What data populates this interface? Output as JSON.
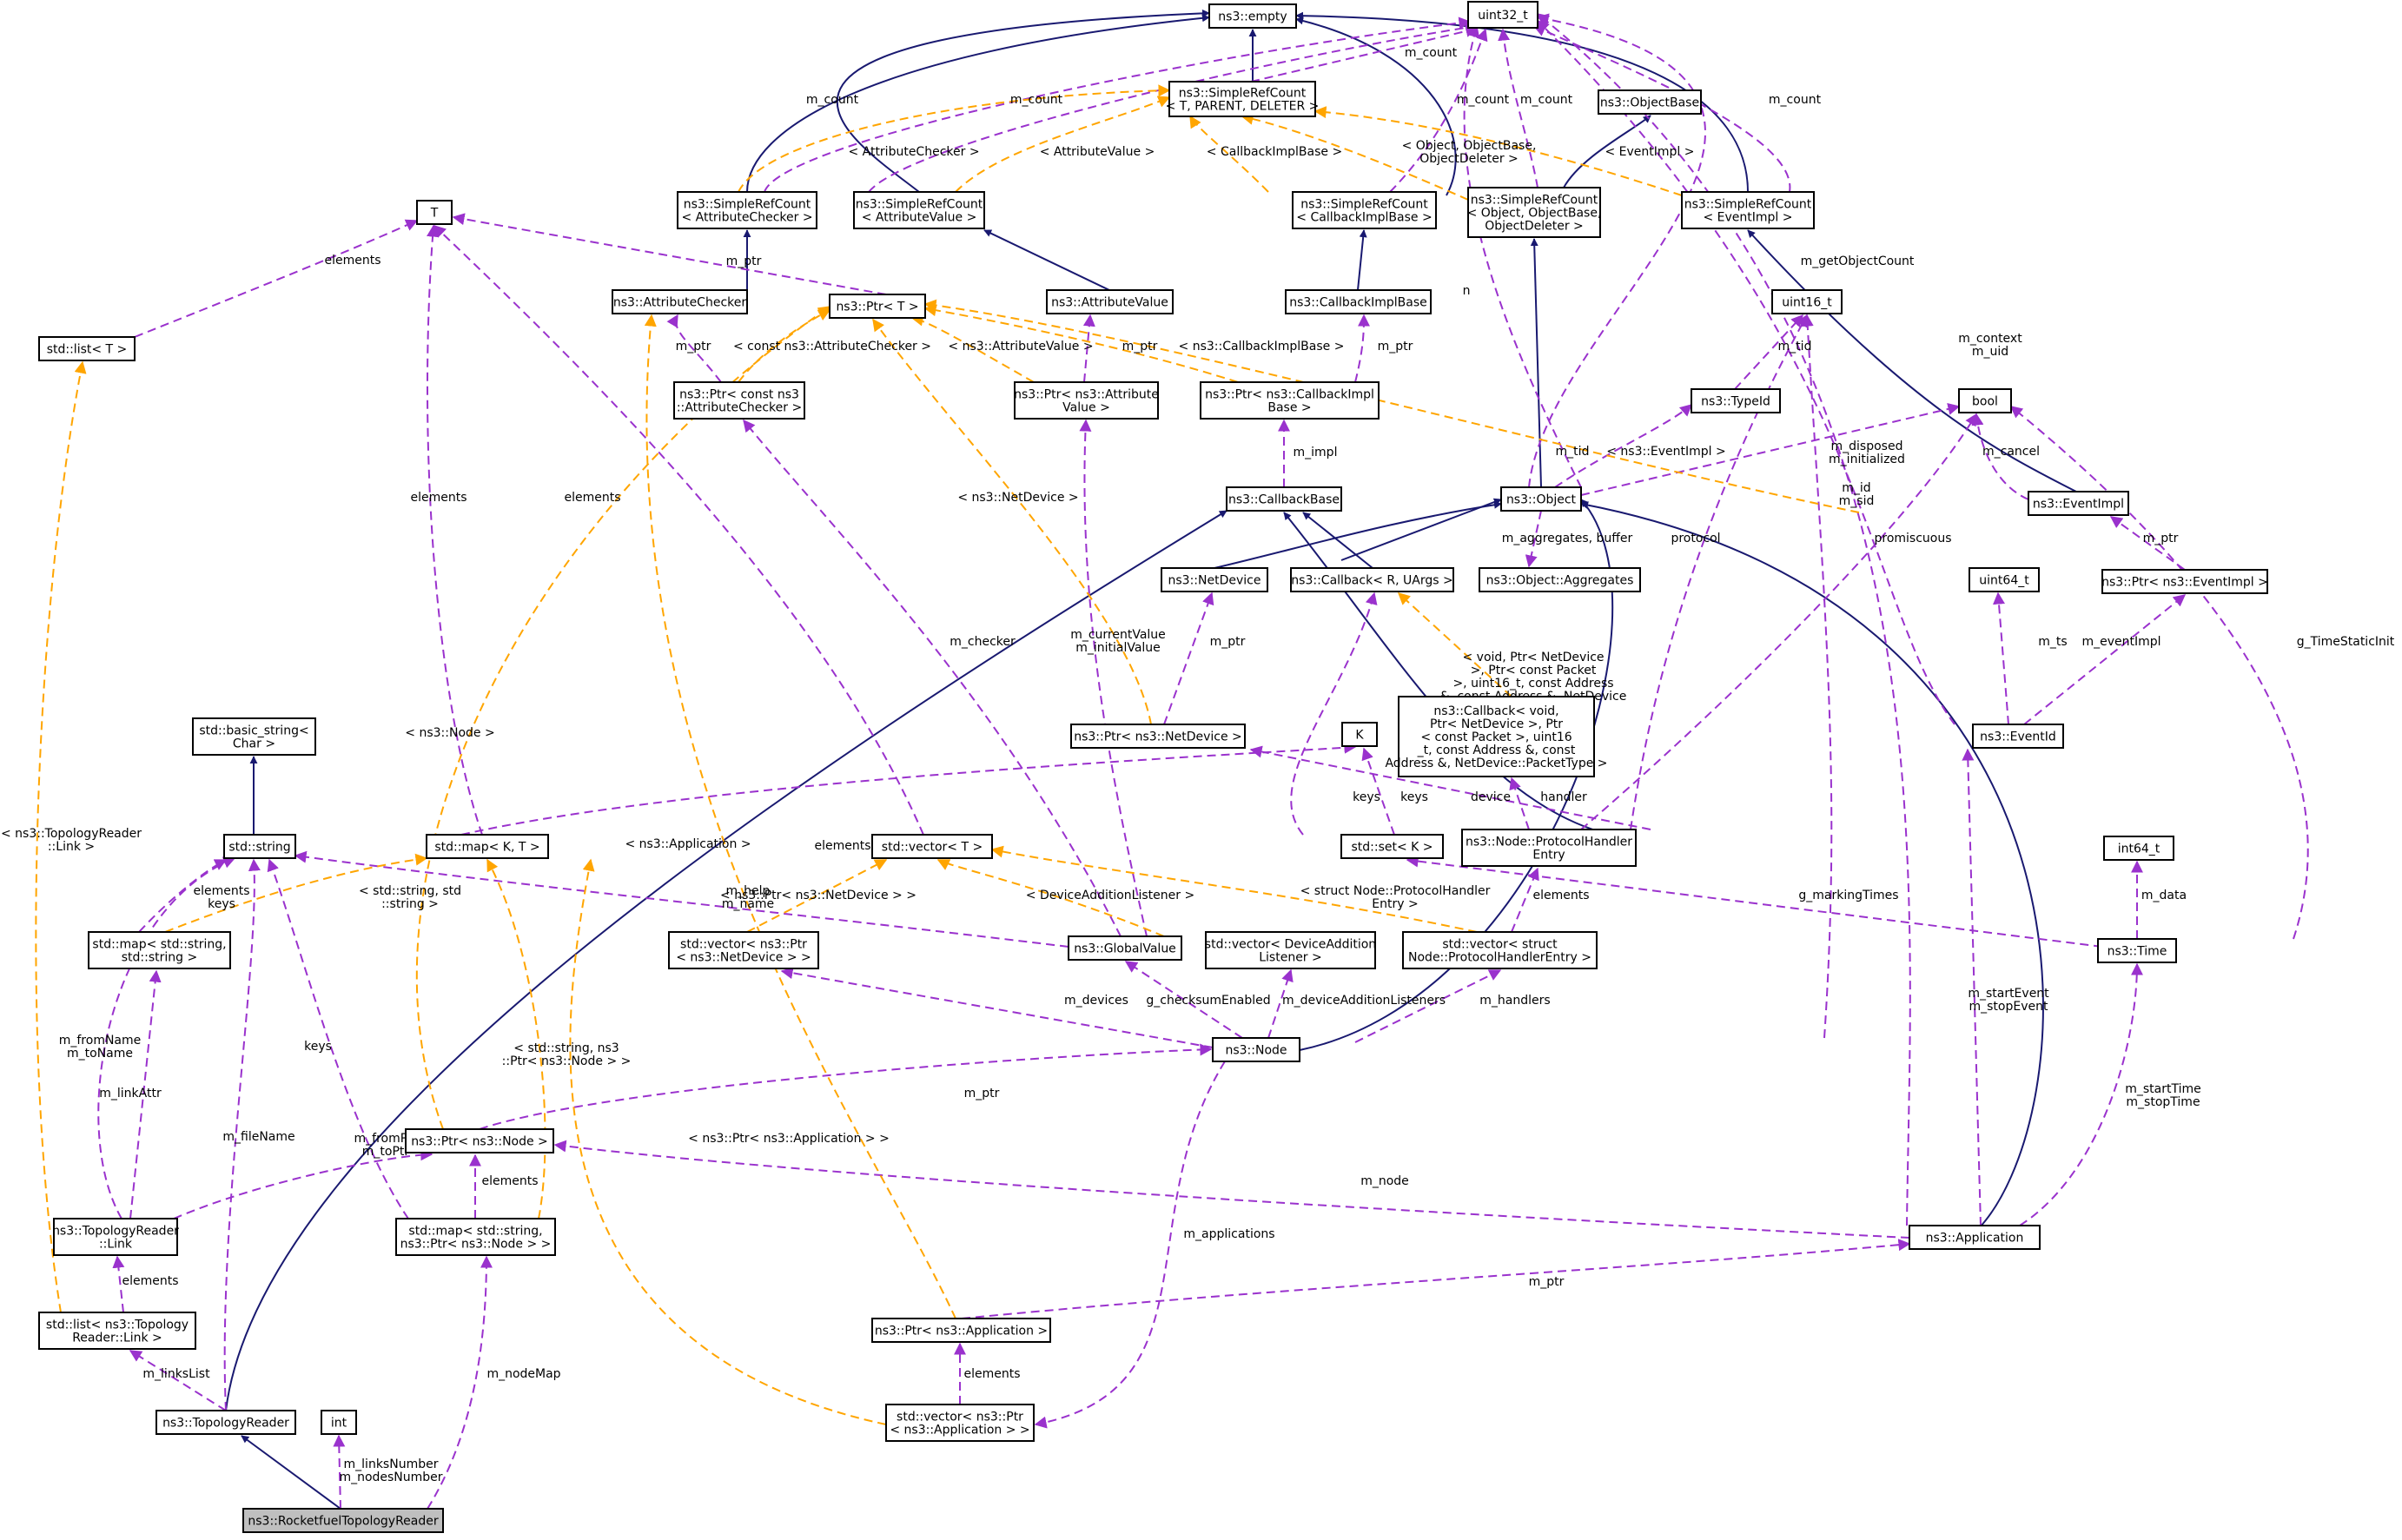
{
  "diagram": {
    "colors": {
      "inheritance": "#191970",
      "usage": "#9a32cd",
      "template": "#ffa500",
      "current_fill": "#bfbfbf"
    },
    "nodes": [
      {
        "id": "empty",
        "lines": [
          "ns3::empty"
        ]
      },
      {
        "id": "uint32",
        "lines": [
          "uint32_t"
        ]
      },
      {
        "id": "objectbase",
        "lines": [
          "ns3::ObjectBase"
        ]
      },
      {
        "id": "src_tpl",
        "lines": [
          "ns3::SimpleRefCount",
          "< T, PARENT, DELETER >"
        ]
      },
      {
        "id": "T",
        "lines": [
          "T"
        ]
      },
      {
        "id": "src_ac",
        "lines": [
          "ns3::SimpleRefCount",
          "< AttributeChecker >"
        ]
      },
      {
        "id": "src_av",
        "lines": [
          "ns3::SimpleRefCount",
          "< AttributeValue >"
        ]
      },
      {
        "id": "src_cib",
        "lines": [
          "ns3::SimpleRefCount",
          "< CallbackImplBase >"
        ]
      },
      {
        "id": "src_obj",
        "lines": [
          "ns3::SimpleRefCount",
          "< Object, ObjectBase,",
          "ObjectDeleter >"
        ]
      },
      {
        "id": "src_ev",
        "lines": [
          "ns3::SimpleRefCount",
          "< EventImpl >"
        ]
      },
      {
        "id": "list_T",
        "lines": [
          "std::list< T >"
        ]
      },
      {
        "id": "attrchecker",
        "lines": [
          "ns3::AttributeChecker"
        ]
      },
      {
        "id": "ptr_T",
        "lines": [
          "ns3::Ptr< T >"
        ]
      },
      {
        "id": "attrvalue",
        "lines": [
          "ns3::AttributeValue"
        ]
      },
      {
        "id": "cbimplbase",
        "lines": [
          "ns3::CallbackImplBase"
        ]
      },
      {
        "id": "uint16",
        "lines": [
          "uint16_t"
        ]
      },
      {
        "id": "ptr_ac",
        "lines": [
          "ns3::Ptr< const ns3",
          "::AttributeChecker >"
        ]
      },
      {
        "id": "ptr_av",
        "lines": [
          "ns3::Ptr< ns3::Attribute",
          "Value >"
        ]
      },
      {
        "id": "ptr_cib",
        "lines": [
          "ns3::Ptr< ns3::CallbackImpl",
          "Base >"
        ]
      },
      {
        "id": "typeid",
        "lines": [
          "ns3::TypeId"
        ]
      },
      {
        "id": "bool",
        "lines": [
          "bool"
        ]
      },
      {
        "id": "callbackbase",
        "lines": [
          "ns3::CallbackBase"
        ]
      },
      {
        "id": "object",
        "lines": [
          "ns3::Object"
        ]
      },
      {
        "id": "eventimpl",
        "lines": [
          "ns3::EventImpl"
        ]
      },
      {
        "id": "netdevice",
        "lines": [
          "ns3::NetDevice"
        ]
      },
      {
        "id": "callback_ru",
        "lines": [
          "ns3::Callback< R, UArgs >"
        ]
      },
      {
        "id": "aggregates",
        "lines": [
          "ns3::Object::Aggregates"
        ]
      },
      {
        "id": "ptr_ev",
        "lines": [
          "ns3::Ptr< ns3::EventImpl >"
        ]
      },
      {
        "id": "uint64",
        "lines": [
          "uint64_t"
        ]
      },
      {
        "id": "basicstring",
        "lines": [
          "std::basic_string<",
          "Char >"
        ]
      },
      {
        "id": "callback_void",
        "lines": [
          "ns3::Callback< void,",
          " Ptr< NetDevice >, Ptr",
          "< const Packet >, uint16",
          "_t, const Address &, const",
          " Address &, NetDevice::PacketType >"
        ]
      },
      {
        "id": "ptr_nd",
        "lines": [
          "ns3::Ptr< ns3::NetDevice >"
        ]
      },
      {
        "id": "K",
        "lines": [
          "K"
        ]
      },
      {
        "id": "eventid",
        "lines": [
          "ns3::EventId"
        ]
      },
      {
        "id": "stdstring",
        "lines": [
          "std::string"
        ]
      },
      {
        "id": "map_KT",
        "lines": [
          "std::map< K, T >"
        ]
      },
      {
        "id": "vector_T",
        "lines": [
          "std::vector< T >"
        ]
      },
      {
        "id": "set_K",
        "lines": [
          "std::set< K >"
        ]
      },
      {
        "id": "phe",
        "lines": [
          "ns3::Node::ProtocolHandler",
          "Entry"
        ]
      },
      {
        "id": "int64",
        "lines": [
          "int64_t"
        ]
      },
      {
        "id": "map_ss",
        "lines": [
          "std::map< std::string,",
          " std::string >"
        ]
      },
      {
        "id": "vec_ptr_nd",
        "lines": [
          "std::vector< ns3::Ptr",
          "< ns3::NetDevice > >"
        ]
      },
      {
        "id": "globalvalue",
        "lines": [
          "ns3::GlobalValue"
        ]
      },
      {
        "id": "vec_dal",
        "lines": [
          "std::vector< DeviceAddition",
          "Listener >"
        ]
      },
      {
        "id": "vec_phe",
        "lines": [
          "std::vector< struct",
          " Node::ProtocolHandlerEntry >"
        ]
      },
      {
        "id": "time",
        "lines": [
          "ns3::Time"
        ]
      },
      {
        "id": "node",
        "lines": [
          "ns3::Node"
        ]
      },
      {
        "id": "ptr_node",
        "lines": [
          "ns3::Ptr< ns3::Node >"
        ]
      },
      {
        "id": "tr_link",
        "lines": [
          "ns3::TopologyReader",
          "::Link"
        ]
      },
      {
        "id": "map_snode",
        "lines": [
          "std::map< std::string,",
          " ns3::Ptr< ns3::Node > >"
        ]
      },
      {
        "id": "application",
        "lines": [
          "ns3::Application"
        ]
      },
      {
        "id": "list_link",
        "lines": [
          "std::list< ns3::Topology",
          "Reader::Link >"
        ]
      },
      {
        "id": "ptr_app",
        "lines": [
          "ns3::Ptr< ns3::Application >"
        ]
      },
      {
        "id": "topologyreader",
        "lines": [
          "ns3::TopologyReader"
        ]
      },
      {
        "id": "int",
        "lines": [
          "int"
        ]
      },
      {
        "id": "vec_ptr_app",
        "lines": [
          "std::vector< ns3::Ptr",
          "< ns3::Application > >"
        ]
      },
      {
        "id": "rocketfuel",
        "lines": [
          "ns3::RocketfuelTopologyReader"
        ],
        "current": true
      }
    ],
    "edge_labels": [
      {
        "id": "l_src_ac_count",
        "lines": [
          "m_count"
        ]
      },
      {
        "id": "l_src_av_count",
        "lines": [
          "m_count"
        ]
      },
      {
        "id": "l_src_tpl_count",
        "lines": [
          "m_count"
        ]
      },
      {
        "id": "l_src_cib_count",
        "lines": [
          "m_count"
        ]
      },
      {
        "id": "l_src_obj_count",
        "lines": [
          "m_count"
        ]
      },
      {
        "id": "l_src_ev_count",
        "lines": [
          "m_count"
        ]
      },
      {
        "id": "l_tpl_ac",
        "lines": [
          "< AttributeChecker >"
        ]
      },
      {
        "id": "l_tpl_av",
        "lines": [
          "< AttributeValue >"
        ]
      },
      {
        "id": "l_tpl_cib",
        "lines": [
          "< CallbackImplBase >"
        ]
      },
      {
        "id": "l_tpl_obj",
        "lines": [
          "< Object, ObjectBase,",
          "ObjectDeleter >"
        ]
      },
      {
        "id": "l_tpl_ev",
        "lines": [
          "< EventImpl >"
        ]
      },
      {
        "id": "l_list_T_elements",
        "lines": [
          "elements"
        ]
      },
      {
        "id": "l_ptr_T_mptr",
        "lines": [
          "m_ptr"
        ]
      },
      {
        "id": "l_n",
        "lines": [
          "n"
        ]
      },
      {
        "id": "l_getobjectcount",
        "lines": [
          "m_getObjectCount"
        ]
      },
      {
        "id": "l_context_uid",
        "lines": [
          "m_context",
          "m_uid"
        ]
      },
      {
        "id": "l_ptr_ac_mptr",
        "lines": [
          "m_ptr"
        ]
      },
      {
        "id": "l_tpl_const_ac",
        "lines": [
          "< const ns3::AttributeChecker >"
        ]
      },
      {
        "id": "l_tpl_nav",
        "lines": [
          "< ns3::AttributeValue >"
        ]
      },
      {
        "id": "l_ptr_av_mptr",
        "lines": [
          "m_ptr"
        ]
      },
      {
        "id": "l_tpl_ncib",
        "lines": [
          "< ns3::CallbackImplBase >"
        ]
      },
      {
        "id": "l_ptr_cib_mptr",
        "lines": [
          "m_ptr"
        ]
      },
      {
        "id": "l_typeid_mtid",
        "lines": [
          "m_tid"
        ]
      },
      {
        "id": "l_mimpl",
        "lines": [
          "m_impl"
        ]
      },
      {
        "id": "l_obj_mtid",
        "lines": [
          "m_tid"
        ]
      },
      {
        "id": "l_tpl_nev",
        "lines": [
          "< ns3::EventImpl >"
        ]
      },
      {
        "id": "l_disposed",
        "lines": [
          "m_disposed",
          "m_initialized"
        ]
      },
      {
        "id": "l_mcancel",
        "lines": [
          "m_cancel"
        ]
      },
      {
        "id": "l_mid_sid",
        "lines": [
          "m_id",
          "m_sid"
        ]
      },
      {
        "id": "l_aggregates_buffer",
        "lines": [
          "m_aggregates, buffer"
        ]
      },
      {
        "id": "l_protocol",
        "lines": [
          "protocol"
        ]
      },
      {
        "id": "l_promiscuous",
        "lines": [
          "promiscuous"
        ]
      },
      {
        "id": "l_ptr_ev_mptr",
        "lines": [
          "m_ptr"
        ]
      },
      {
        "id": "l_tpl_nnd",
        "lines": [
          "< ns3::NetDevice >"
        ]
      },
      {
        "id": "l_list_tr_link",
        "lines": [
          "< ns3::TopologyReader",
          "::Link >"
        ]
      },
      {
        "id": "l_map_elements",
        "lines": [
          "elements"
        ]
      },
      {
        "id": "l_vec_elements",
        "lines": [
          "elements"
        ]
      },
      {
        "id": "l_mchecker",
        "lines": [
          "m_checker"
        ]
      },
      {
        "id": "l_currentvalue",
        "lines": [
          "m_currentValue",
          "m_initialValue"
        ]
      },
      {
        "id": "l_ptr_nd_mptr",
        "lines": [
          "m_ptr"
        ]
      },
      {
        "id": "l_tpl_callback_void",
        "lines": [
          "< void, Ptr< NetDevice",
          ">, Ptr< const Packet",
          ">, uint16_t, const Address",
          "&, const Address &, NetDevice",
          "::PacketType >"
        ]
      },
      {
        "id": "l_mts",
        "lines": [
          "m_ts"
        ]
      },
      {
        "id": "l_meventimpl",
        "lines": [
          "m_eventImpl"
        ]
      },
      {
        "id": "l_gtimestaticinit",
        "lines": [
          "g_TimeStaticInit"
        ]
      },
      {
        "id": "l_tpl_nnode",
        "lines": [
          "< ns3::Node >"
        ]
      },
      {
        "id": "l_tpl_napp",
        "lines": [
          "< ns3::Application >"
        ]
      },
      {
        "id": "l_elements_keys1",
        "lines": [
          "elements",
          "keys"
        ]
      },
      {
        "id": "l_tpl_sstr",
        "lines": [
          "< std::string, std",
          "::string >"
        ]
      },
      {
        "id": "l_help_name",
        "lines": [
          "m_help",
          "m_name"
        ]
      },
      {
        "id": "l_elements_cb",
        "lines": [
          "elements"
        ]
      },
      {
        "id": "l_keys_map",
        "lines": [
          "keys"
        ]
      },
      {
        "id": "l_keys_set",
        "lines": [
          "keys"
        ]
      },
      {
        "id": "l_device",
        "lines": [
          "device"
        ]
      },
      {
        "id": "l_handler",
        "lines": [
          "handler"
        ]
      },
      {
        "id": "l_tpl_vptrnd",
        "lines": [
          "< ns3::Ptr< ns3::NetDevice > >"
        ]
      },
      {
        "id": "l_tpl_dal",
        "lines": [
          "< DeviceAdditionListener >"
        ]
      },
      {
        "id": "l_tpl_phe",
        "lines": [
          "< struct Node::ProtocolHandler",
          "Entry >"
        ]
      },
      {
        "id": "l_vec_phe_elements",
        "lines": [
          "elements"
        ]
      },
      {
        "id": "l_gmarkingtimes",
        "lines": [
          "g_markingTimes"
        ]
      },
      {
        "id": "l_mdata",
        "lines": [
          "m_data"
        ]
      },
      {
        "id": "l_fromname",
        "lines": [
          "m_fromName",
          "m_toName"
        ]
      },
      {
        "id": "l_mlinkattr",
        "lines": [
          "m_linkAttr"
        ]
      },
      {
        "id": "l_mdevices",
        "lines": [
          "m_devices"
        ]
      },
      {
        "id": "l_gchecksum",
        "lines": [
          "g_checksumEnabled"
        ]
      },
      {
        "id": "l_mdal",
        "lines": [
          "m_deviceAdditionListeners"
        ]
      },
      {
        "id": "l_mhandlers",
        "lines": [
          "m_handlers"
        ]
      },
      {
        "id": "l_startevent",
        "lines": [
          "m_startEvent",
          "m_stopEvent"
        ]
      },
      {
        "id": "l_tpl_snode",
        "lines": [
          "< std::string, ns3",
          "::Ptr< ns3::Node > >"
        ]
      },
      {
        "id": "l_ptr_node_mptr",
        "lines": [
          "m_ptr"
        ]
      },
      {
        "id": "l_keys_snode",
        "lines": [
          "keys"
        ]
      },
      {
        "id": "l_mfilename",
        "lines": [
          "m_fileName"
        ]
      },
      {
        "id": "l_fromptr",
        "lines": [
          "m_fromPtr",
          "m_toPtr"
        ]
      },
      {
        "id": "l_snode_elements",
        "lines": [
          "elements"
        ]
      },
      {
        "id": "l_tpl_vptrapp",
        "lines": [
          "< ns3::Ptr< ns3::Application > >"
        ]
      },
      {
        "id": "l_mnode",
        "lines": [
          "m_node"
        ]
      },
      {
        "id": "l_starttime",
        "lines": [
          "m_startTime",
          "m_stopTime"
        ]
      },
      {
        "id": "l_mapplications",
        "lines": [
          "m_applications"
        ]
      },
      {
        "id": "l_list_link_elements",
        "lines": [
          "elements"
        ]
      },
      {
        "id": "l_ptr_app_mptr",
        "lines": [
          "m_ptr"
        ]
      },
      {
        "id": "l_mlinkslist",
        "lines": [
          "m_linksList"
        ]
      },
      {
        "id": "l_mnodemap",
        "lines": [
          "m_nodeMap"
        ]
      },
      {
        "id": "l_vec_app_elements",
        "lines": [
          "elements"
        ]
      },
      {
        "id": "l_linksnumber",
        "lines": [
          "m_linksNumber",
          "m_nodesNumber"
        ]
      }
    ]
  }
}
